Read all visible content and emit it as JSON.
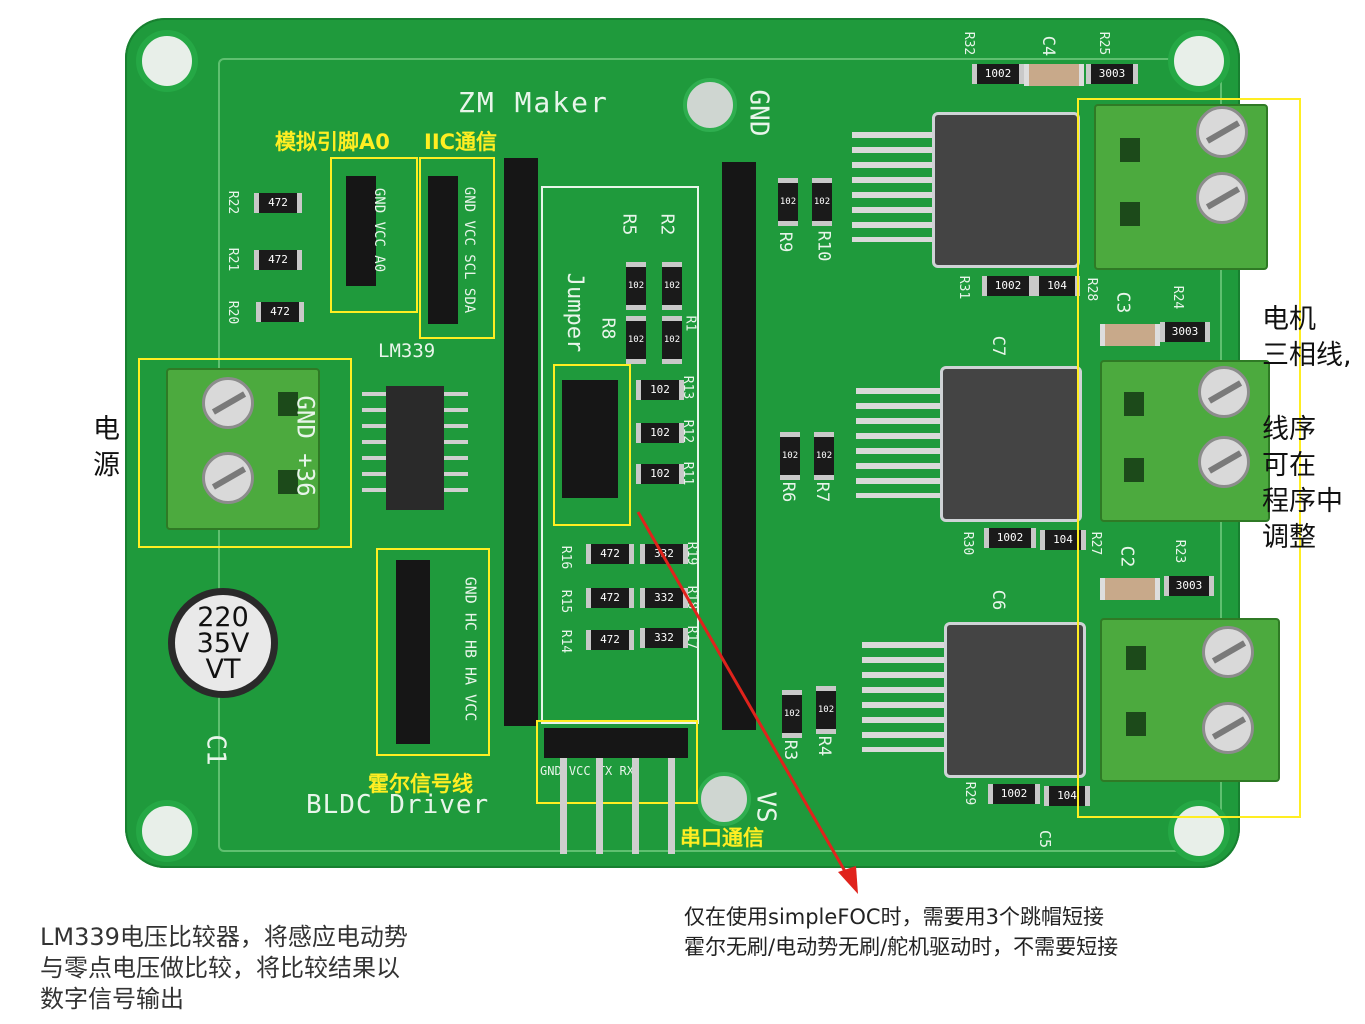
{
  "board": {
    "title": "ZM Maker",
    "subtitle": "BLDC Driver",
    "gnd_top": "GND",
    "vs_bottom": "VS",
    "jumper": "Jumper",
    "ic_name": "LM339",
    "capacitor": {
      "line1": "220",
      "line2": "35V",
      "line3": "VT",
      "ref": "C1"
    },
    "power_pins": "GND +36",
    "analog_pins": "GND VCC A0",
    "iic_pins": "GND VCC SCL SDA",
    "hall_pins": "GND HC HB HA VCC",
    "serial_pins": "GND VCC TX RX"
  },
  "annotations": {
    "analog_pin": "模拟引脚A0",
    "iic": "IIC通信",
    "hall": "霍尔信号线",
    "serial": "串口通信",
    "power": [
      "电",
      "源"
    ],
    "motor": [
      "电机",
      "三相线,",
      "",
      "线序",
      "可在",
      "程序中",
      "调整"
    ]
  },
  "captions": {
    "lm339": [
      "LM339电压比较器，将感应电动势",
      "与零点电压做比较，将比较结果以",
      "数字信号输出"
    ],
    "jumper": [
      "仅在使用simpleFOC时，需要用3个跳帽短接",
      "霍尔无刷/电动势无刷/舵机驱动时，不需要短接"
    ]
  },
  "components": {
    "r22": "R22",
    "r21": "R21",
    "r20": "R20",
    "r5": "R5",
    "r2": "R2",
    "r8": "R8",
    "r1": "R1",
    "r13": "R13",
    "r12": "R12",
    "r11": "R11",
    "r16": "R16",
    "r15": "R15",
    "r14": "R14",
    "r19": "R19",
    "r18": "R18",
    "r17": "R17",
    "r9": "R9",
    "r10": "R10",
    "r6": "R6",
    "r7": "R7",
    "r3": "R3",
    "r4": "R4",
    "r32": "R32",
    "r25": "R25",
    "r31": "R31",
    "r28": "R28",
    "r24": "R24",
    "r30": "R30",
    "r27": "R27",
    "r23": "R23",
    "r29": "R29",
    "c4": "C4",
    "c3": "C3",
    "c7": "C7",
    "c2": "C2",
    "c6": "C6",
    "c5": "C5",
    "v472": "472",
    "v102": "102",
    "v332": "332",
    "v1002": "1002",
    "v104": "104",
    "v3003": "3003"
  },
  "colors": {
    "pcb": "#1f9a3c",
    "highlight": "#ffee22",
    "arrow": "#e0231c"
  }
}
